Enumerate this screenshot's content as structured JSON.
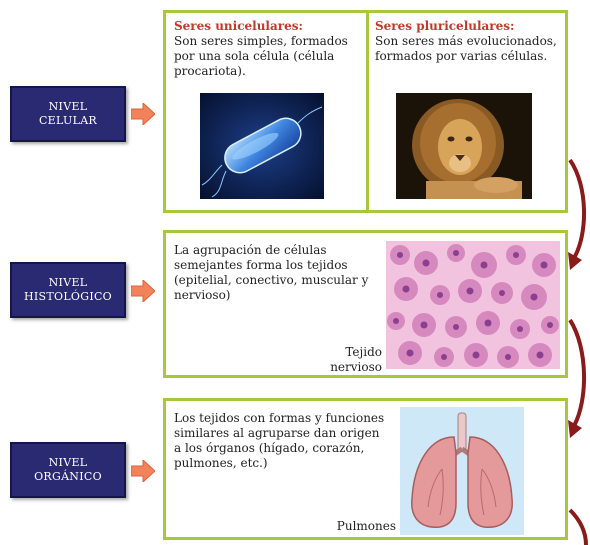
{
  "levels": {
    "cellular": {
      "line1": "NIVEL",
      "line2": "CELULAR"
    },
    "histological": {
      "line1": "NIVEL",
      "line2": "HISTOLÓGICO"
    },
    "organic": {
      "line1": "NIVEL",
      "line2": "ORGÁNICO"
    }
  },
  "cellular": {
    "unicellular_title": "Seres unicelulares:",
    "unicellular_text": "Son seres simples, formados por una sola célula (célula procariota).",
    "multicellular_title": "Seres pluricelulares:",
    "multicellular_text": "Son seres más evolucionados, formados por varias células."
  },
  "histological": {
    "text": "La agrupación de células semejantes forma los tejidos (epitelial, conectivo, muscular y nervioso)",
    "caption": "Tejido nervioso"
  },
  "organic": {
    "text": "Los tejidos con formas y funciones similares al agruparse dan origen a los órganos (hígado, corazón, pulmones, etc.)",
    "caption": "Pulmones"
  },
  "colors": {
    "level_bg": "#2a2a72",
    "box_border": "#a7c83a",
    "arrow": "#f2825a",
    "curve": "#8b1a1a",
    "title_red": "#c0392b"
  }
}
